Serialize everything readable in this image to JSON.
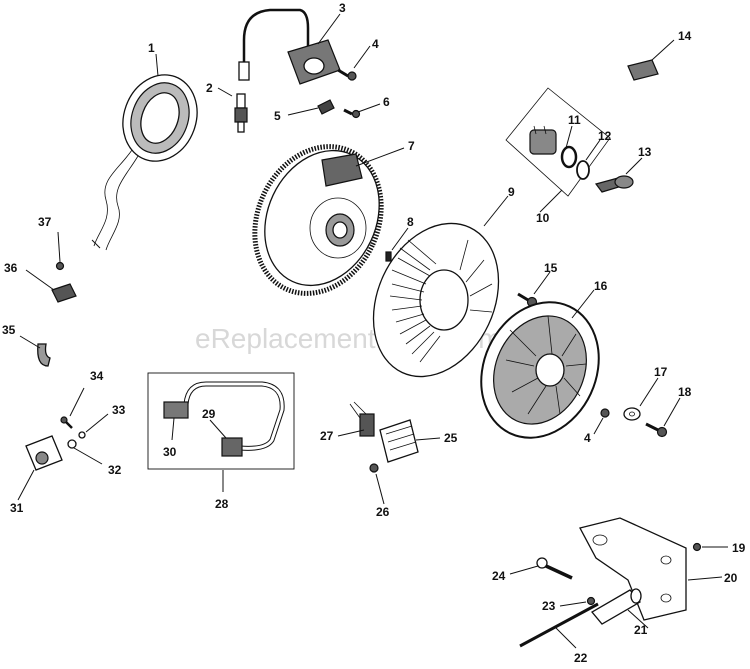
{
  "watermark": "eReplacementParts.com",
  "callouts": [
    {
      "id": "c1",
      "label": "1"
    },
    {
      "id": "c2",
      "label": "2"
    },
    {
      "id": "c3",
      "label": "3"
    },
    {
      "id": "c4a",
      "label": "4"
    },
    {
      "id": "c4b",
      "label": "4"
    },
    {
      "id": "c5",
      "label": "5"
    },
    {
      "id": "c6",
      "label": "6"
    },
    {
      "id": "c7",
      "label": "7"
    },
    {
      "id": "c8",
      "label": "8"
    },
    {
      "id": "c9",
      "label": "9"
    },
    {
      "id": "c10",
      "label": "10"
    },
    {
      "id": "c11",
      "label": "11"
    },
    {
      "id": "c12",
      "label": "12"
    },
    {
      "id": "c13",
      "label": "13"
    },
    {
      "id": "c14",
      "label": "14"
    },
    {
      "id": "c15",
      "label": "15"
    },
    {
      "id": "c16",
      "label": "16"
    },
    {
      "id": "c17",
      "label": "17"
    },
    {
      "id": "c18",
      "label": "18"
    },
    {
      "id": "c19",
      "label": "19"
    },
    {
      "id": "c20",
      "label": "20"
    },
    {
      "id": "c21",
      "label": "21"
    },
    {
      "id": "c22",
      "label": "22"
    },
    {
      "id": "c23",
      "label": "23"
    },
    {
      "id": "c24",
      "label": "24"
    },
    {
      "id": "c25",
      "label": "25"
    },
    {
      "id": "c26",
      "label": "26"
    },
    {
      "id": "c27",
      "label": "27"
    },
    {
      "id": "c28",
      "label": "28"
    },
    {
      "id": "c29",
      "label": "29"
    },
    {
      "id": "c30",
      "label": "30"
    },
    {
      "id": "c31",
      "label": "31"
    },
    {
      "id": "c32",
      "label": "32"
    },
    {
      "id": "c33",
      "label": "33"
    },
    {
      "id": "c34",
      "label": "34"
    },
    {
      "id": "c35",
      "label": "35"
    },
    {
      "id": "c36",
      "label": "36"
    },
    {
      "id": "c37",
      "label": "37"
    }
  ]
}
